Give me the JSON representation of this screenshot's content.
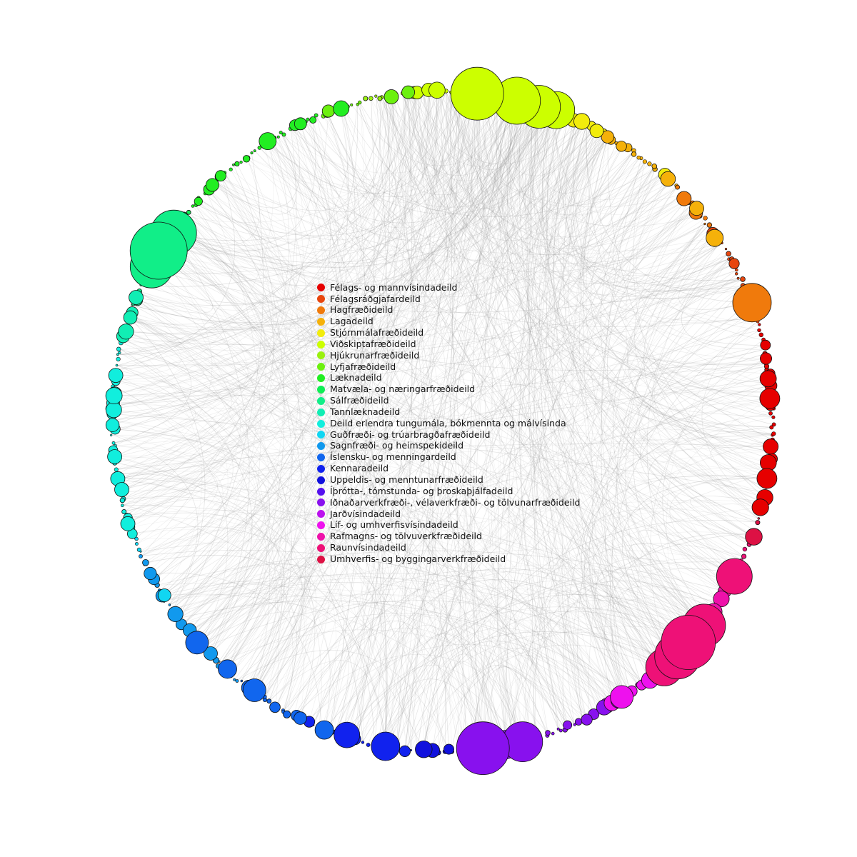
{
  "legend": [
    {
      "label": "Félags- og mannvísindadeild",
      "color": "#e60000"
    },
    {
      "label": "Félagsráðgjafardeild",
      "color": "#e8460e"
    },
    {
      "label": "Hagfræðideild",
      "color": "#f07a0c"
    },
    {
      "label": "Lagadeild",
      "color": "#f5b10a"
    },
    {
      "label": "Stjórnmálafræðideild",
      "color": "#f2ec0c"
    },
    {
      "label": "Viðskiptafræðideild",
      "color": "#ccff00"
    },
    {
      "label": "Hjúkrunarfræðideild",
      "color": "#9af00f"
    },
    {
      "label": "Lyfjafræðideild",
      "color": "#6cf00f"
    },
    {
      "label": "Læknadeild",
      "color": "#22ee22"
    },
    {
      "label": "Matvæla- og næringarfræðideild",
      "color": "#11ee55"
    },
    {
      "label": "Sálfræðideild",
      "color": "#11ee88"
    },
    {
      "label": "Tannlæknadeild",
      "color": "#11eeb4"
    },
    {
      "label": "Deild erlendra tungumála, bókmennta og málvísinda",
      "color": "#11eedd"
    },
    {
      "label": "Guðfræði- og trúarbragðafræðideild",
      "color": "#11d6f2"
    },
    {
      "label": "Sagnfræði- og heimspekideild",
      "color": "#1199ee"
    },
    {
      "label": "Íslensku- og menningardeild",
      "color": "#1166ee"
    },
    {
      "label": "Kennaradeild",
      "color": "#1122ee"
    },
    {
      "label": "Uppeldis- og menntunarfræðideild",
      "color": "#1111dd"
    },
    {
      "label": "Íþrótta-, tómstunda- og þroskaþjálfadeild",
      "color": "#5511ee"
    },
    {
      "label": "Iðnaðarverkfræði-, vélaverkfræði- og tölvunarfræðideild",
      "color": "#8811ee"
    },
    {
      "label": "Jarðvísindadeild",
      "color": "#bb11ee"
    },
    {
      "label": "Líf- og umhverfisvísindadeild",
      "color": "#ee11ee"
    },
    {
      "label": "Rafmagns- og tölvuverkfræðideild",
      "color": "#ee11aa"
    },
    {
      "label": "Raunvísindadeild",
      "color": "#ee1177"
    },
    {
      "label": "Umhverfis- og byggingarverkfræðideild",
      "color": "#dd1144"
    }
  ]
}
